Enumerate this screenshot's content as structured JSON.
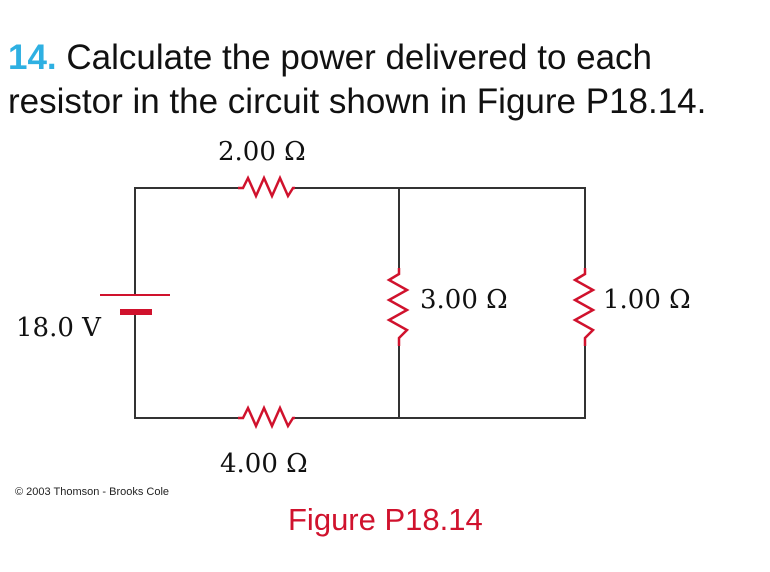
{
  "question": {
    "number": "14.",
    "line1": "Calculate the power delivered to each",
    "line2": "resistor in the circuit shown in Figure P18.14."
  },
  "circuit": {
    "battery": "18.0 V",
    "r_top": "2.00 Ω",
    "r_bottom": "4.00 Ω",
    "r_middle": "3.00 Ω",
    "r_right": "1.00 Ω"
  },
  "copyright": "© 2003 Thomson - Brooks Cole",
  "caption": "Figure P18.14",
  "colors": {
    "accent": "#2eb0e2",
    "component": "#d0122d",
    "wire": "#333333"
  }
}
